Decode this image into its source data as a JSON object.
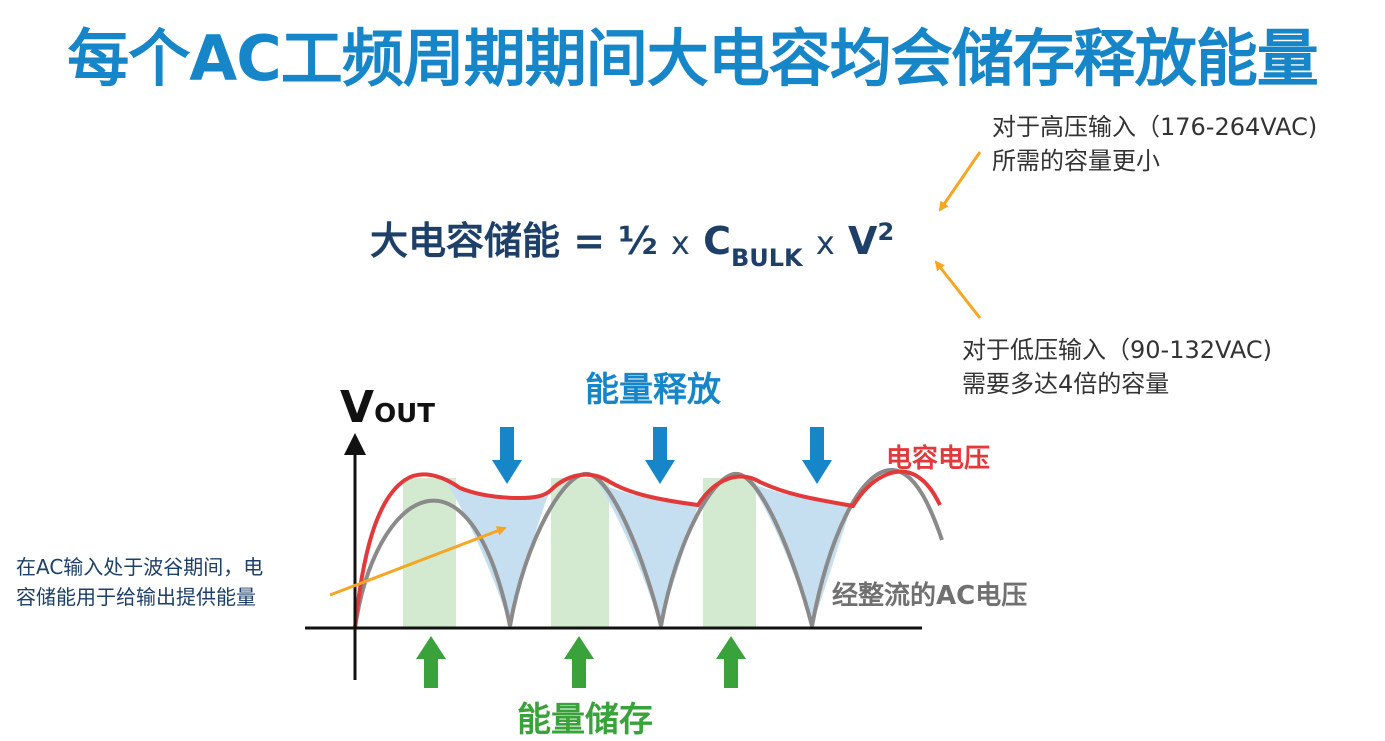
{
  "title": "每个AC工频周期期间大电容均会储存释放能量",
  "formula": {
    "lhs": "大电容储能",
    "eq": "=",
    "half": "½",
    "times1": "x",
    "c_main": "C",
    "c_sub": "BULK",
    "times2": "x",
    "v": "V",
    "exp": "2"
  },
  "note_high": [
    "对于高压输入（176-264VAC)",
    "所需的容量更小"
  ],
  "note_low": [
    "对于低压输入（90-132VAC)",
    "需要多达4倍的容量"
  ],
  "axis_label": {
    "main": "V",
    "sub": "OUT"
  },
  "label_release": "能量释放",
  "label_storage": "能量储存",
  "label_cap_voltage": "电容电压",
  "label_rectified": "经整流的AC电压",
  "note_left": [
    "在AC输入处于波谷期间，电",
    "容储能用于给输出提供能量"
  ],
  "colors": {
    "title": "#1686c8",
    "formula": "#1d3f68",
    "release": "#1686c8",
    "storage": "#3aa23a",
    "cap_voltage": "#e23a3a",
    "rectified": "#8a8a8a",
    "pointer_arrow": "#f5a623",
    "release_fill": "#c6dff0",
    "storage_fill": "#d3ead0"
  }
}
